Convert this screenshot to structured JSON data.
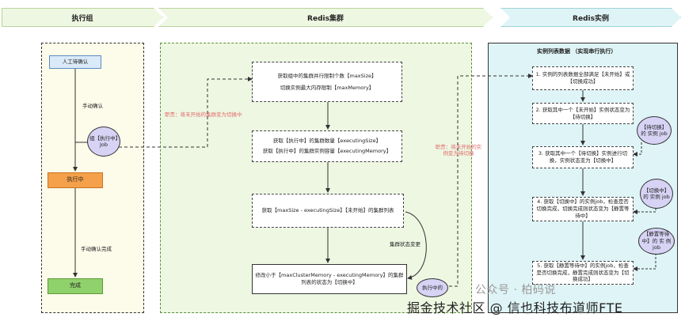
{
  "headers": {
    "left": "执行组",
    "middle": "Redis集群",
    "right": "Redis实例"
  },
  "left": {
    "manual_confirm_box": "人工待确认",
    "label_manual_confirm": "手动确认",
    "ellipse_job": "组【执行中】Job",
    "executing_box": "执行中",
    "label_manual_done": "手动确认完成",
    "done_box": "完成"
  },
  "middle": {
    "note_red": "职责：将未开始的集群变为切换中",
    "box1_line1": "获取组中的集群并行限制个数【maxSize】",
    "box1_line2": "切换实例最大内存限制【maxMemory】",
    "box2_line1": "获取【执行中】的集群数量【executingSize】",
    "box2_line2": "获取【执行中】的集群实例容量【executingMemory】",
    "box3": "获取【maxSize - executingSize】【未开始】的集群列表",
    "label_state_change": "集群状态变更",
    "box4": "修改小于【maxClusterMemory - executingMemory】的集群列表的状态为【切换中】",
    "ellipse_exec": "执行中的"
  },
  "right": {
    "panel_title": "实例列表数据 （实现串行执行）",
    "note_red": "职责：将未开始的实例变为待切换",
    "step1": "1. 实例的列表数据全部满足【未开始】或【切换成功】",
    "step2": "2. 获取其中一个【未开始】实例状态变为【待切换】",
    "step3": "3. 获取其中一个【待切换】实例进行切换，实例状态变为【切换中】",
    "step4": "4. 获取【切换中】的实例job，检查是否切换完成，切换完成则状态变为【静置等待中】",
    "step5": "5. 获取【静置等待中】的实例job，检查是否切换完成，静置完成则状态变为【切换成功】",
    "ellipse1": "【待切换】的 实例 job",
    "ellipse2": "【切换中】的 实例 job",
    "ellipse3": "【静置等待中】的 实 例 job"
  },
  "watermark_top": "公众号 · 柏码说",
  "watermark": "掘金技术社区 @ 信也科技布道师FTE"
}
